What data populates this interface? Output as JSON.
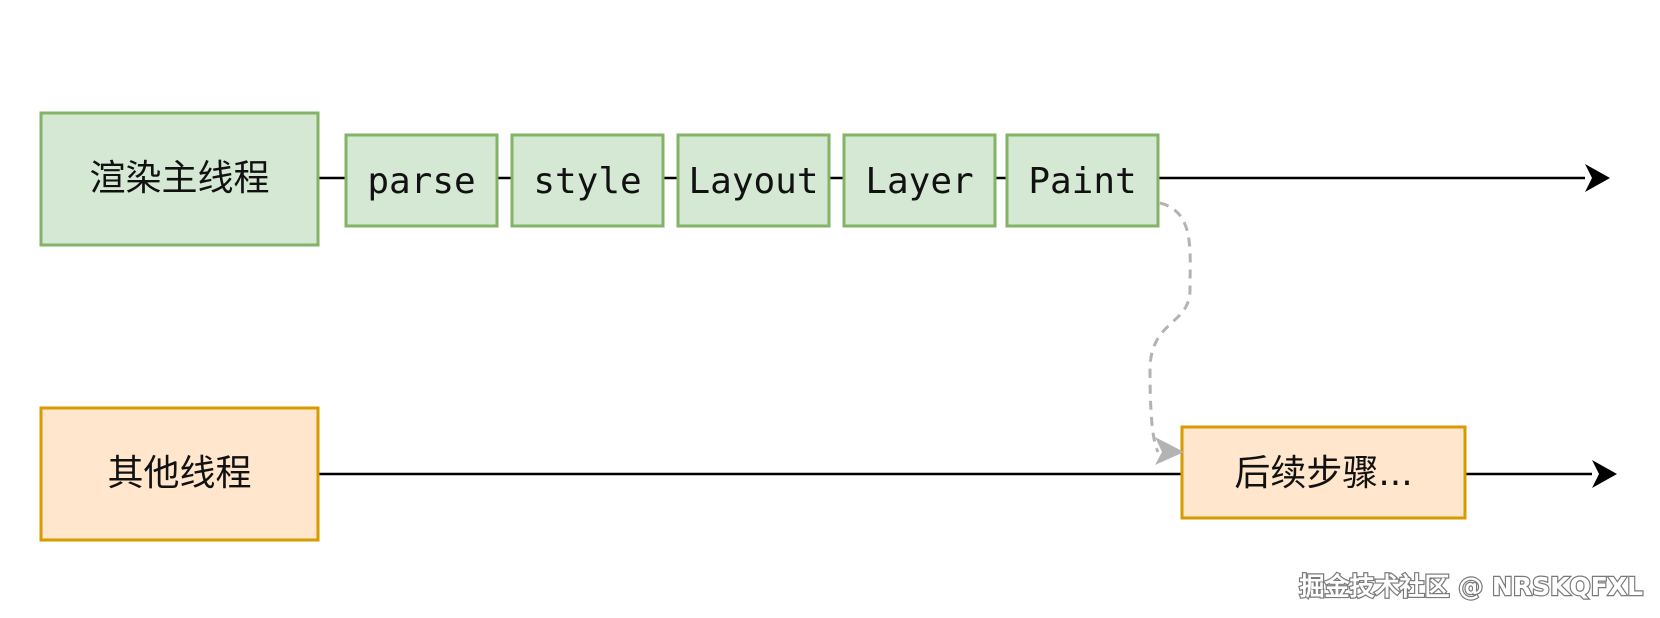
{
  "main_thread": {
    "label": "渲染主线程",
    "stages": [
      "parse",
      "style",
      "Layout",
      "Layer",
      "Paint"
    ]
  },
  "other_thread": {
    "label": "其他线程",
    "next_step": "后续步骤..."
  },
  "watermark": "掘金技术社区 @ NRSKQFXL",
  "colors": {
    "green_fill": "#d5e8d4",
    "green_stroke": "#82b366",
    "orange_fill": "#ffe6cc",
    "orange_stroke": "#d79b00",
    "line": "#000000",
    "dashed_arrow": "#b3b3b3"
  }
}
